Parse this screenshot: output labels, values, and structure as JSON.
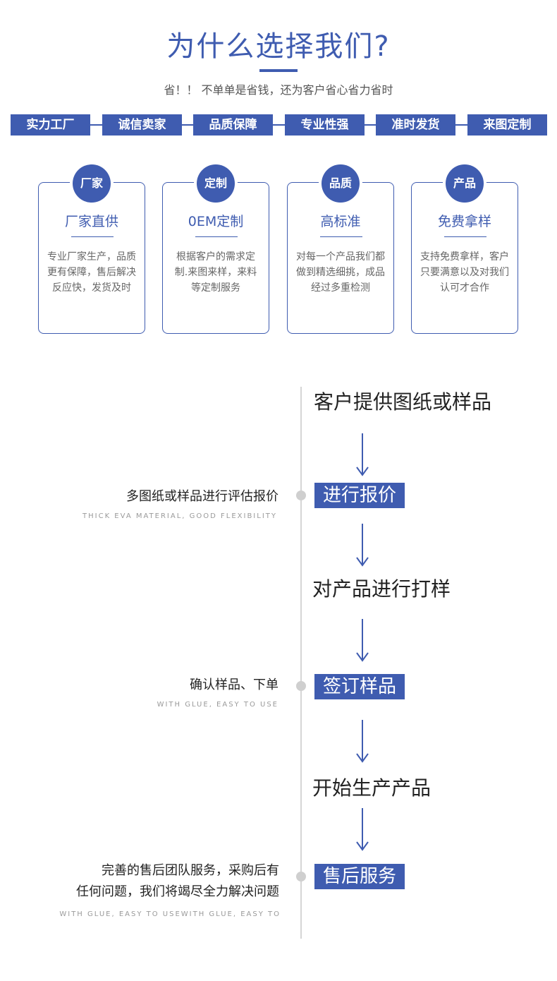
{
  "header": {
    "title": "为什么选择我们?",
    "subtitle": "省！！ 不单单是省钱，还为客户省心省力省时"
  },
  "tags": [
    "实力工厂",
    "诚信卖家",
    "品质保障",
    "专业性强",
    "准时发货",
    "来图定制"
  ],
  "cards": [
    {
      "badge": "厂家",
      "title": "厂家直供",
      "desc": "专业厂家生产，品质更有保障，售后解决反应快，发货及时"
    },
    {
      "badge": "定制",
      "title": "0EM定制",
      "desc": "根据客户的需求定制.来图来样，来料等定制服务"
    },
    {
      "badge": "品质",
      "title": "高标准",
      "desc": "对每一个产品我们都做到精选细挑，成品经过多重检测"
    },
    {
      "badge": "产品",
      "title": "免费拿样",
      "desc": "支持免费拿样，客户只要满意以及对我们认可才合作"
    }
  ],
  "flow": {
    "step1": "客户提供图纸或样品",
    "step2": "进行报价",
    "note2": "多图纸或样品进行评估报价",
    "note2_en": "THICK EVA MATERIAL, GOOD FLEXIBILITY",
    "step3": "对产品进行打样",
    "step4": "签订样品",
    "note4": "确认样品、下单",
    "note4_en": "WITH GLUE, EASY TO USE",
    "step5": "开始生产产品",
    "step6": "售后服务",
    "note6_line1": "完善的售后团队服务，采购后有",
    "note6_line2": "任何问题，我们将竭尽全力解决问题",
    "note6_en": "WITH GLUE, EASY TO USEWITH GLUE, EASY TO"
  },
  "colors": {
    "accent": "#3f5cb0",
    "line": "#d5d5d5",
    "dot": "#cfcfcf"
  },
  "icons": {
    "arrow": "arrow-down-icon"
  }
}
